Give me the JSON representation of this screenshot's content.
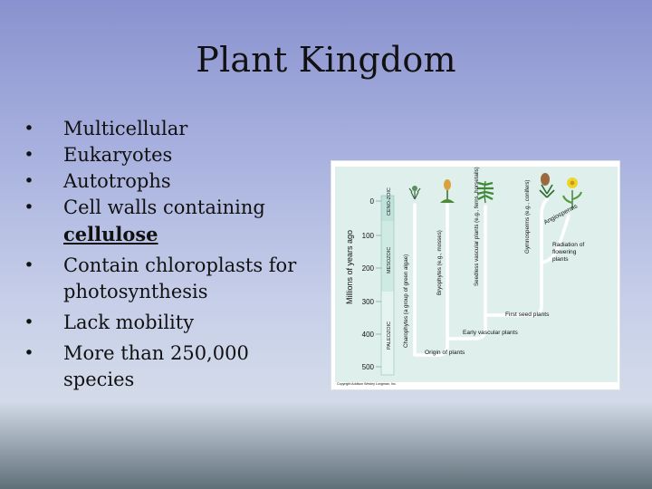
{
  "slide": {
    "title": "Plant Kingdom",
    "bullets": [
      {
        "lines": [
          "Multicellular"
        ]
      },
      {
        "lines": [
          "Eukaryotes"
        ]
      },
      {
        "lines": [
          "Autotrophs"
        ]
      },
      {
        "lines": [
          "Cell walls containing"
        ],
        "emphasis": "cellulose"
      },
      {
        "lines": [
          "Contain chloroplasts for",
          "photosynthesis"
        ]
      },
      {
        "lines": [
          "Lack mobility"
        ]
      },
      {
        "lines": [
          "More than 250,000",
          "species"
        ]
      }
    ]
  },
  "figure": {
    "axis_label": "Millions of years ago",
    "ticks": [
      "0",
      "100",
      "200",
      "300",
      "400",
      "500"
    ],
    "eras": [
      "CENO-ZOIC",
      "MESOZOIC",
      "PALEOZOIC"
    ],
    "groups": [
      "Charophytes (a group of green algae)",
      "Bryophytes (e.g., mosses)",
      "Seedless vascular plants (e.g., ferns, horsetails)",
      "Gymnosperms (e.g., conifers)",
      "Angiosperms"
    ],
    "annotations": [
      "Radiation of flowering plants",
      "First seed plants",
      "Early vascular plants",
      "Origin of plants"
    ],
    "credit": "Copyright Addison Wesley Longman, Inc.",
    "colors": {
      "background": "#dff0ec",
      "era_bar": "#c9e8e0",
      "era_bar_light": "#e4f3ef",
      "branch": "#ffffff"
    }
  }
}
